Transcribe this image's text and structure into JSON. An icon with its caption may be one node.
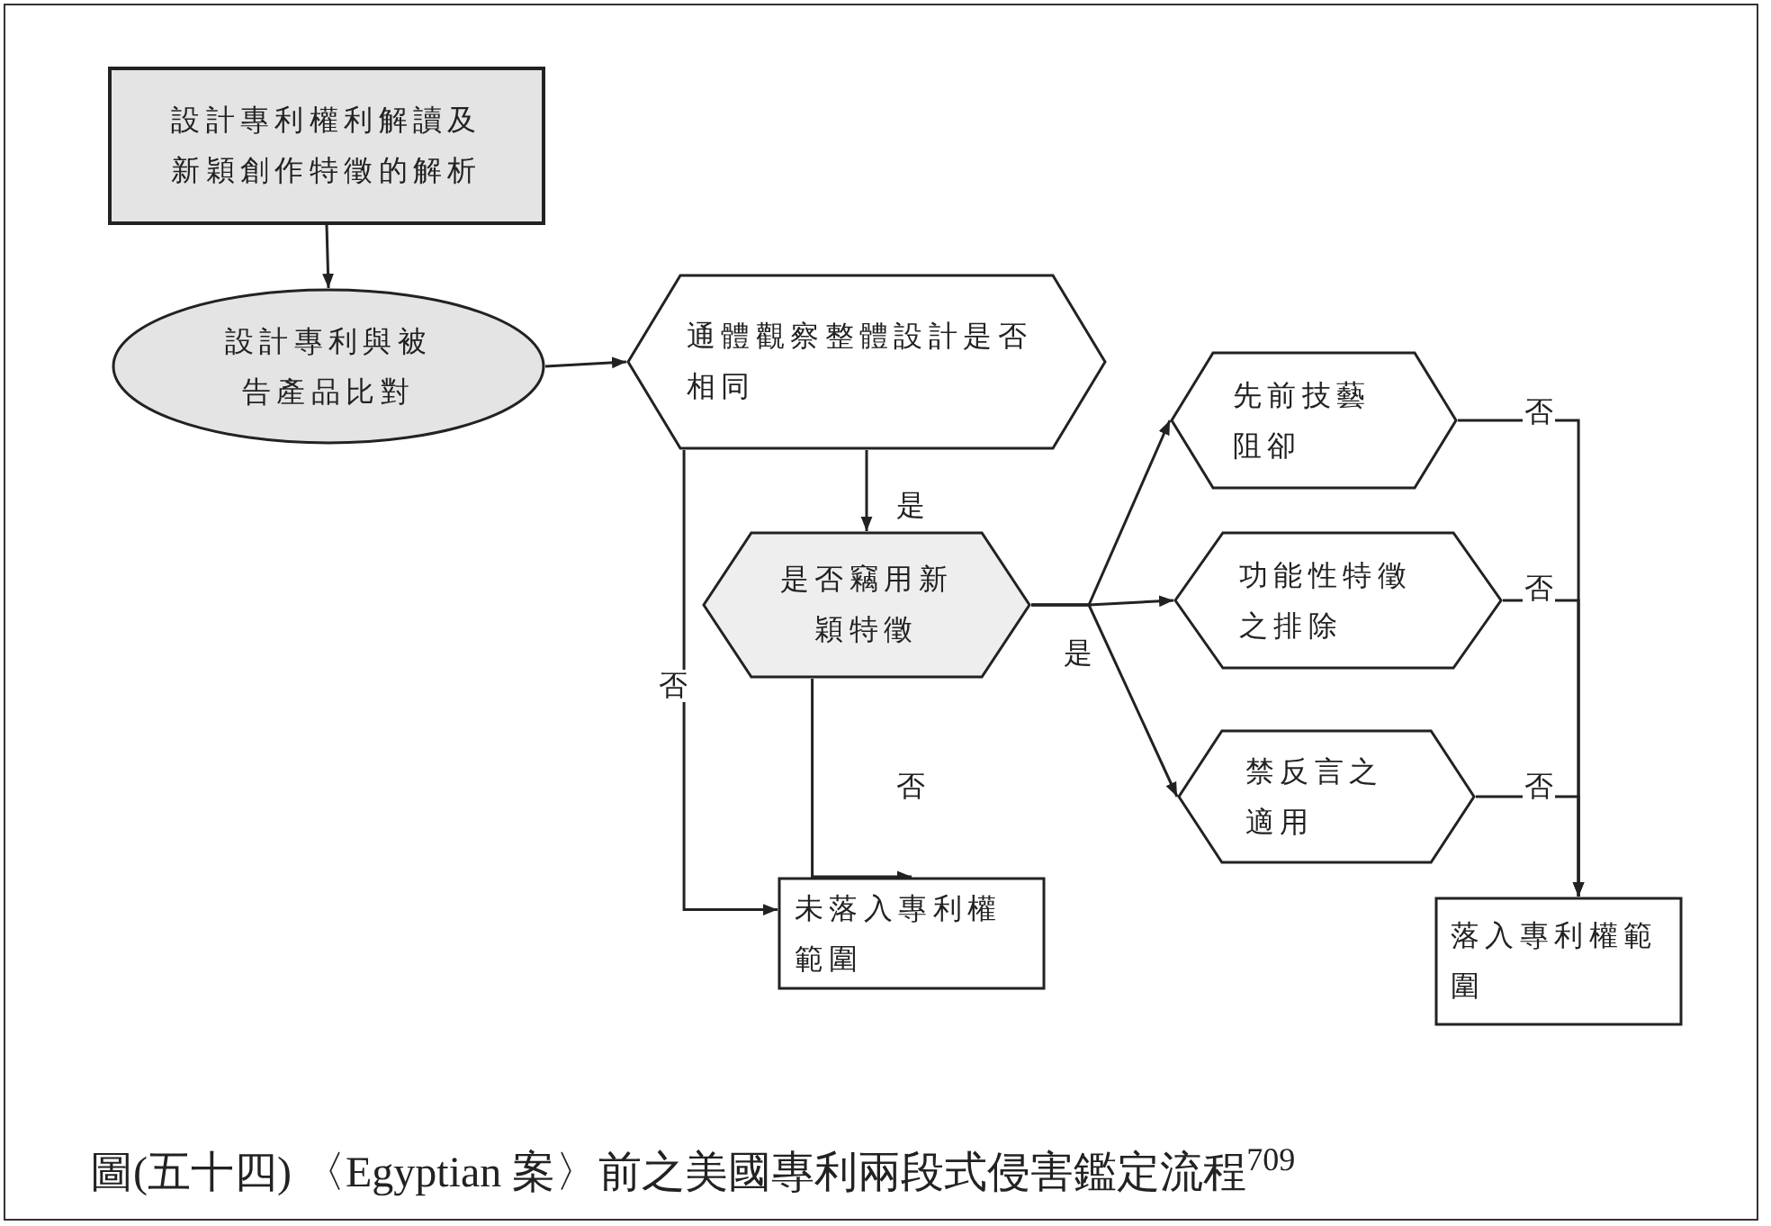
{
  "diagram": {
    "caption": "圖(五十四) 〈Egyptian 案〉前之美國專利兩段式侵害鑑定流程$^{709}$",
    "nodes": [
      {
        "text": [
          "設計專利權利解讀及新穎創作特徵的解析"
        ]
      },
      {
        "text": [
          "設計專利與被告產品比對"
        ]
      },
      {
        "text": [
          "通體觀察整體設計是否相同"
        ]
      },
      {
        "text": [
          "是否竊用新穎特徵"
        ]
      },
      {
        "text": [
          "未落入專利權範圍"
        ]
      },
      {
        "text": [
          "先前技藝阻卻"
        ]
      },
      {
        "text": [
          "功能性特徵之排除"
        ]
      },
      {
        "text": [
          "禁反言之適用"
        ]
      },
      {
        "text": [
          "落入專利權範圍"
        ]
      }
    ],
    "edges": [
      {
        "from": 0,
        "to": 1,
        "arrow": "to"
      },
      {
        "from": 1,
        "to": 2,
        "arrow": "to"
      },
      {
        "from": 2,
        "to": 3,
        "arrow": "to",
        "label": "是"
      },
      {
        "from": 2,
        "to": 4,
        "arrow": "to",
        "label": "否"
      },
      {
        "from": 3,
        "to": 4,
        "arrow": "to",
        "label": "否"
      },
      {
        "from": 3,
        "to": 5,
        "arrow": "to"
      },
      {
        "from": 3,
        "to": 6,
        "arrow": "to",
        "label": "是"
      },
      {
        "from": 3,
        "to": 7,
        "arrow": "to"
      },
      {
        "from": 5,
        "to": 8,
        "arrow": "to",
        "label": "否"
      },
      {
        "from": 6,
        "to": 8,
        "arrow": "to",
        "label": "否"
      },
      {
        "from": 7,
        "to": 8,
        "arrow": "to",
        "label": "否"
      }
    ]
  }
}
